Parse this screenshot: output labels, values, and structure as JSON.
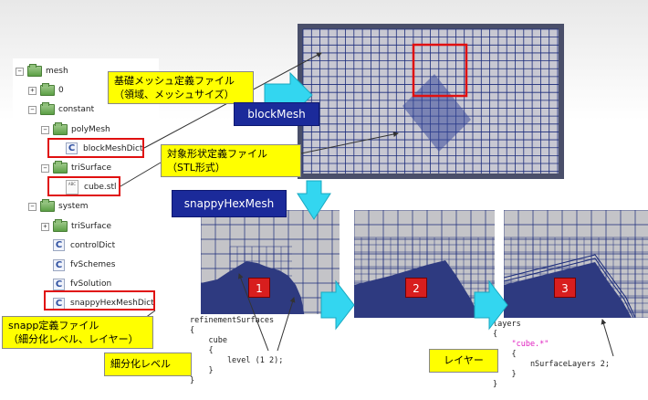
{
  "tree": {
    "items": [
      {
        "label": "mesh",
        "kind": "folder",
        "toggle": "−",
        "depth": 0
      },
      {
        "label": "0",
        "kind": "folder",
        "toggle": "+",
        "depth": 1
      },
      {
        "label": "constant",
        "kind": "folder",
        "toggle": "−",
        "depth": 1
      },
      {
        "label": "polyMesh",
        "kind": "folder",
        "toggle": "−",
        "depth": 2
      },
      {
        "label": "blockMeshDict",
        "kind": "c-file",
        "toggle": "",
        "depth": 3
      },
      {
        "label": "triSurface",
        "kind": "folder",
        "toggle": "−",
        "depth": 2
      },
      {
        "label": "cube.stl",
        "kind": "stl-file",
        "toggle": "",
        "depth": 3
      },
      {
        "label": "system",
        "kind": "folder",
        "toggle": "−",
        "depth": 1
      },
      {
        "label": "triSurface",
        "kind": "folder",
        "toggle": "+",
        "depth": 2
      },
      {
        "label": "controlDict",
        "kind": "c-file",
        "toggle": "",
        "depth": 2
      },
      {
        "label": "fvSchemes",
        "kind": "c-file",
        "toggle": "",
        "depth": 2
      },
      {
        "label": "fvSolution",
        "kind": "c-file",
        "toggle": "",
        "depth": 2
      },
      {
        "label": "snappyHexMeshDict",
        "kind": "c-file",
        "toggle": "",
        "depth": 2
      }
    ],
    "stl_icon_text": "ABC"
  },
  "callouts": {
    "base_mesh": "基礎メッシュ定義ファイル\n（領域、メッシュサイズ）",
    "shape_def": "対象形状定義ファイル\n（STL形式）",
    "snapp_def": "snapp定義ファイル\n（細分化レベル、レイヤー）",
    "refine_level": "細分化レベル",
    "layer": "レイヤー"
  },
  "commands": {
    "blockmesh": "blockMesh",
    "snappy": "snappyHexMesh"
  },
  "steps": [
    "1",
    "2",
    "3"
  ],
  "code": {
    "refinement": [
      {
        "text": "refinementSurfaces",
        "pink": ""
      },
      {
        "text": "{",
        "pink": ""
      },
      {
        "text": "    cube",
        "pink": ""
      },
      {
        "text": "    {",
        "pink": ""
      },
      {
        "text": "        level (1 2);",
        "pink": ""
      },
      {
        "text": "    }",
        "pink": ""
      },
      {
        "text": "}",
        "pink": ""
      }
    ],
    "layers": [
      {
        "text": "layers",
        "pink": ""
      },
      {
        "text": "{",
        "pink": ""
      },
      {
        "text": "    \"cube.*\"",
        "pink": "yes"
      },
      {
        "text": "    {",
        "pink": ""
      },
      {
        "text": "        nSurfaceLayers 2;",
        "pink": ""
      },
      {
        "text": "    }",
        "pink": ""
      },
      {
        "text": "}",
        "pink": ""
      }
    ]
  },
  "colors": {
    "grid_line": "#1a2a7a",
    "solid": "#2e3a80",
    "highlight": "#e01010",
    "yellow": "#ffff00",
    "cyan_arrow": "#33d6f0",
    "cmd_bg": "#1b2a9a"
  }
}
